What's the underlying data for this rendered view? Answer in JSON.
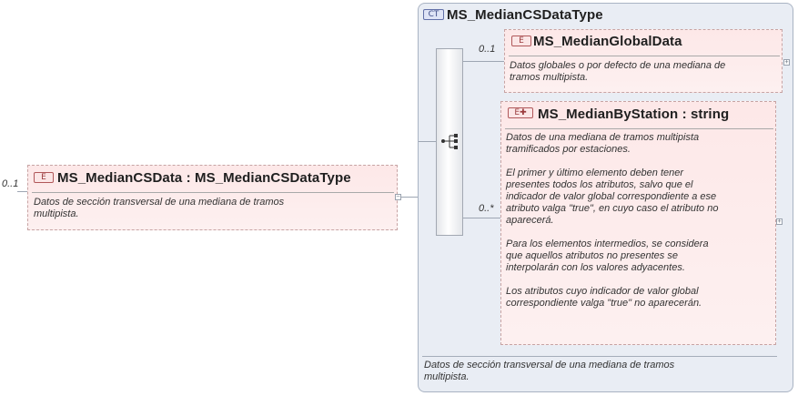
{
  "root_element": {
    "cardinality": "0..1",
    "badge": "E",
    "title": "MS_MedianCSData : MS_MedianCSDataType",
    "description": "Datos de sección transversal de una mediana de tramos\nmultipista.",
    "toggle": "−"
  },
  "complex_type": {
    "badge": "CT",
    "title": "MS_MedianCSDataType",
    "description": "Datos de sección transversal de una mediana de tramos\nmultipista."
  },
  "children": [
    {
      "cardinality": "0..1",
      "badge": "E",
      "title": "MS_MedianGlobalData",
      "description": "Datos globales o por defecto de una mediana de\ntramos multipista.",
      "toggle": "+"
    },
    {
      "cardinality": "0..*",
      "badge": "E",
      "title": "MS_MedianByStation : string",
      "description": "Datos de una mediana de tramos multipista\ntramificados por estaciones.\n\nEl primer y último elemento deben tener\npresentes todos los atributos, salvo que el\nindicador de valor global correspondiente a ese\natributo valga \"true\", en cuyo caso el atributo no\naparecerá.\n\nPara los elementos intermedios, se considera\nque aquellos atributos no presentes se\ninterpolarán con los valores adyacentes.\n\nLos atributos cuyo indicador de valor global\ncorrespondiente valga \"true\" no aparecerán.",
      "toggle": "+"
    }
  ],
  "icons": {
    "sequence": "sequence-compositor-icon",
    "expand": "expand-icon",
    "collapse": "collapse-icon"
  }
}
